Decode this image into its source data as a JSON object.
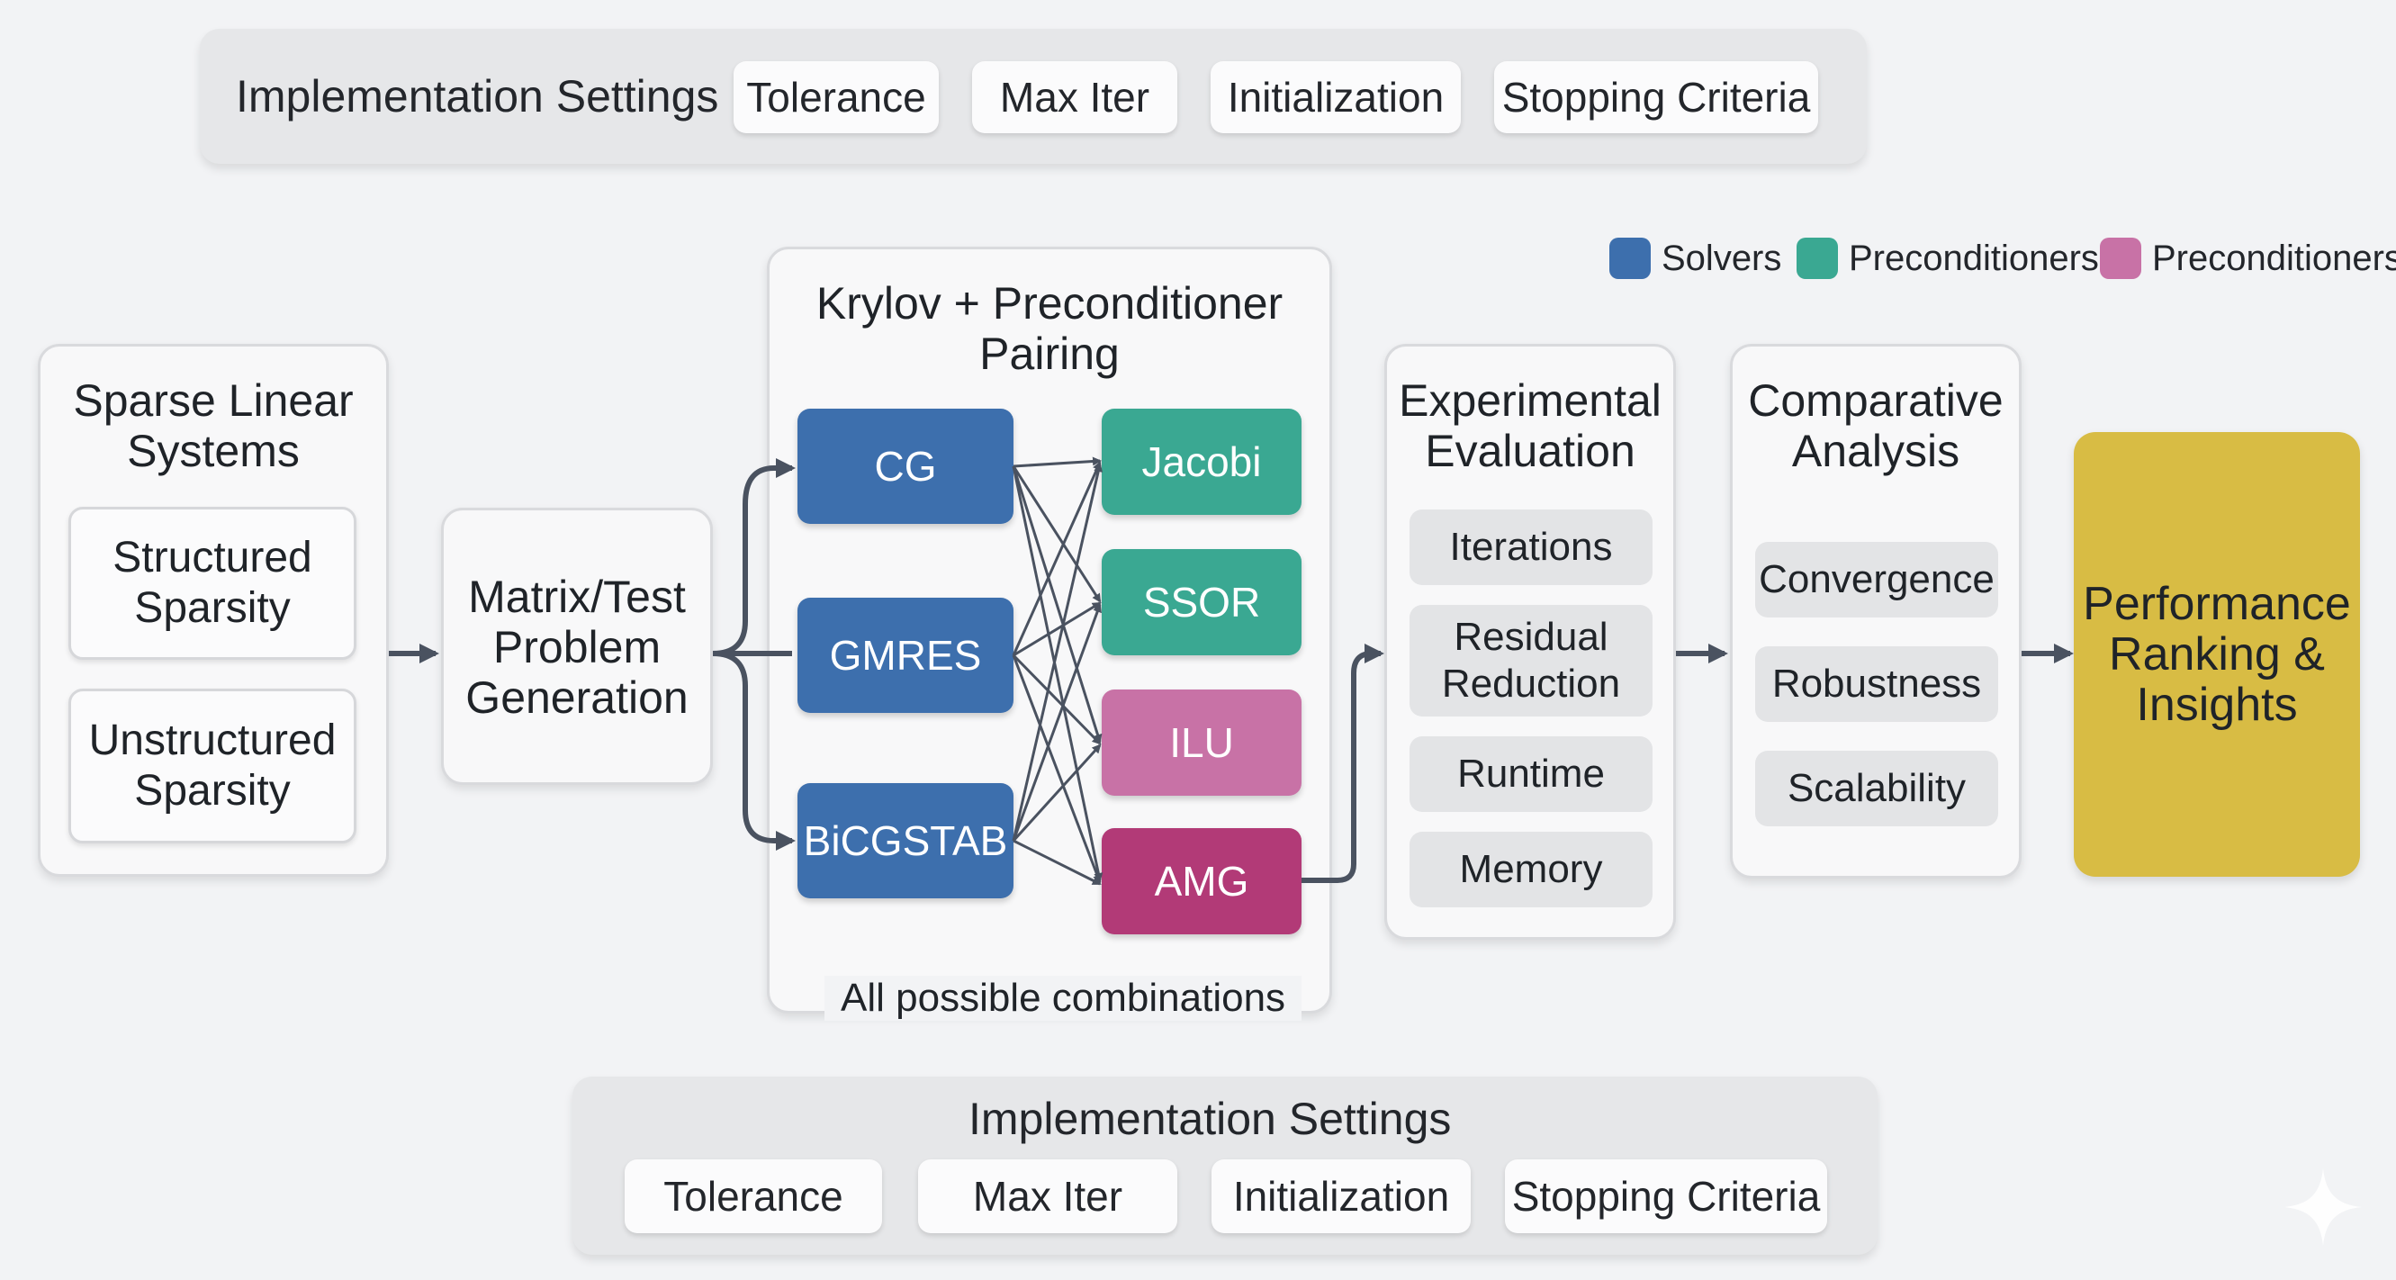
{
  "top_settings": {
    "title": "Implementation Settings",
    "chips": [
      "Tolerance",
      "Max Iter",
      "Initialization",
      "Stopping Criteria"
    ]
  },
  "legend": [
    {
      "label": "Solvers",
      "color": "#3d6fad"
    },
    {
      "label": "Preconditioners",
      "color": "#3aa892"
    },
    {
      "label": "Preconditioners",
      "color": "#c872a6"
    }
  ],
  "sparse": {
    "title": "Sparse Linear\nSystems",
    "items": [
      "Structured\nSparsity",
      "Unstructured\nSparsity"
    ]
  },
  "generation": {
    "label": "Matrix/Test\nProblem\nGeneration"
  },
  "pairing": {
    "title": "Krylov + Preconditioner\nPairing",
    "solvers": [
      "CG",
      "GMRES",
      "BiCGSTAB"
    ],
    "preconditioners": [
      "Jacobi",
      "SSOR",
      "ILU",
      "AMG"
    ],
    "footer": "All possible combinations"
  },
  "evaluation": {
    "title": "Experimental\nEvaluation",
    "metrics": [
      "Iterations",
      "Residual\nReduction",
      "Runtime",
      "Memory"
    ]
  },
  "analysis": {
    "title": "Comparative\nAnalysis",
    "items": [
      "Convergence",
      "Robustness",
      "Scalability"
    ]
  },
  "output": {
    "label": "Performance\nRanking &\nInsights",
    "color": "#d8bc44"
  },
  "bottom_settings": {
    "title": "Implementation Settings",
    "chips": [
      "Tolerance",
      "Max Iter",
      "Initialization",
      "Stopping Criteria"
    ]
  },
  "colors": {
    "solver": "#3d6fad",
    "jacobi": "#3aa892",
    "ssor": "#3aa892",
    "ilu": "#c872a6",
    "amg": "#b23a77",
    "arrow": "#4a5260"
  }
}
